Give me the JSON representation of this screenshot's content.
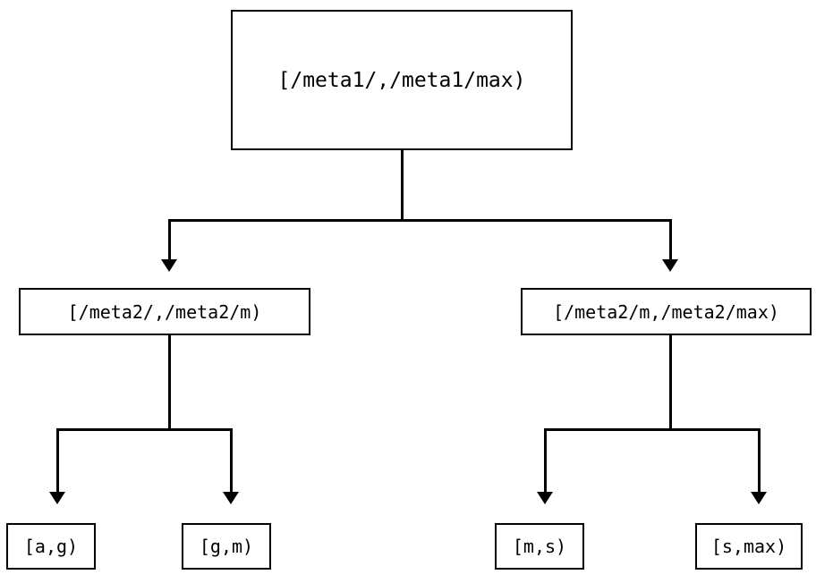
{
  "diagram": {
    "type": "binary-interval-tree",
    "title": "",
    "background_color": "#ffffff",
    "stroke_color": "#000000",
    "nodes": {
      "root": {
        "label": "[/meta1/,/meta1/max)",
        "level": 0
      },
      "level2": [
        {
          "label": "[/meta2/,/meta2/m)",
          "level": 1,
          "side": "left"
        },
        {
          "label": "[/meta2/m,/meta2/max)",
          "level": 1,
          "side": "right"
        }
      ],
      "leaves": [
        {
          "label": "[a,g)",
          "level": 2,
          "parent": "left"
        },
        {
          "label": "[g,m)",
          "level": 2,
          "parent": "left"
        },
        {
          "label": "[m,s)",
          "level": 2,
          "parent": "right"
        },
        {
          "label": "[s,max)",
          "level": 2,
          "parent": "right"
        }
      ]
    },
    "edges": [
      {
        "from": "root",
        "to": "[/meta2/,/meta2/m)",
        "arrow": "down-triangle"
      },
      {
        "from": "root",
        "to": "[/meta2/m,/meta2/max)",
        "arrow": "down-triangle"
      },
      {
        "from": "[/meta2/,/meta2/m)",
        "to": "[a,g)",
        "arrow": "down-triangle"
      },
      {
        "from": "[/meta2/,/meta2/m)",
        "to": "[g,m)",
        "arrow": "down-triangle"
      },
      {
        "from": "[/meta2/m,/meta2/max)",
        "to": "[m,s)",
        "arrow": "down-triangle"
      },
      {
        "from": "[/meta2/m,/meta2/max)",
        "to": "[s,max)",
        "arrow": "down-triangle"
      }
    ]
  }
}
